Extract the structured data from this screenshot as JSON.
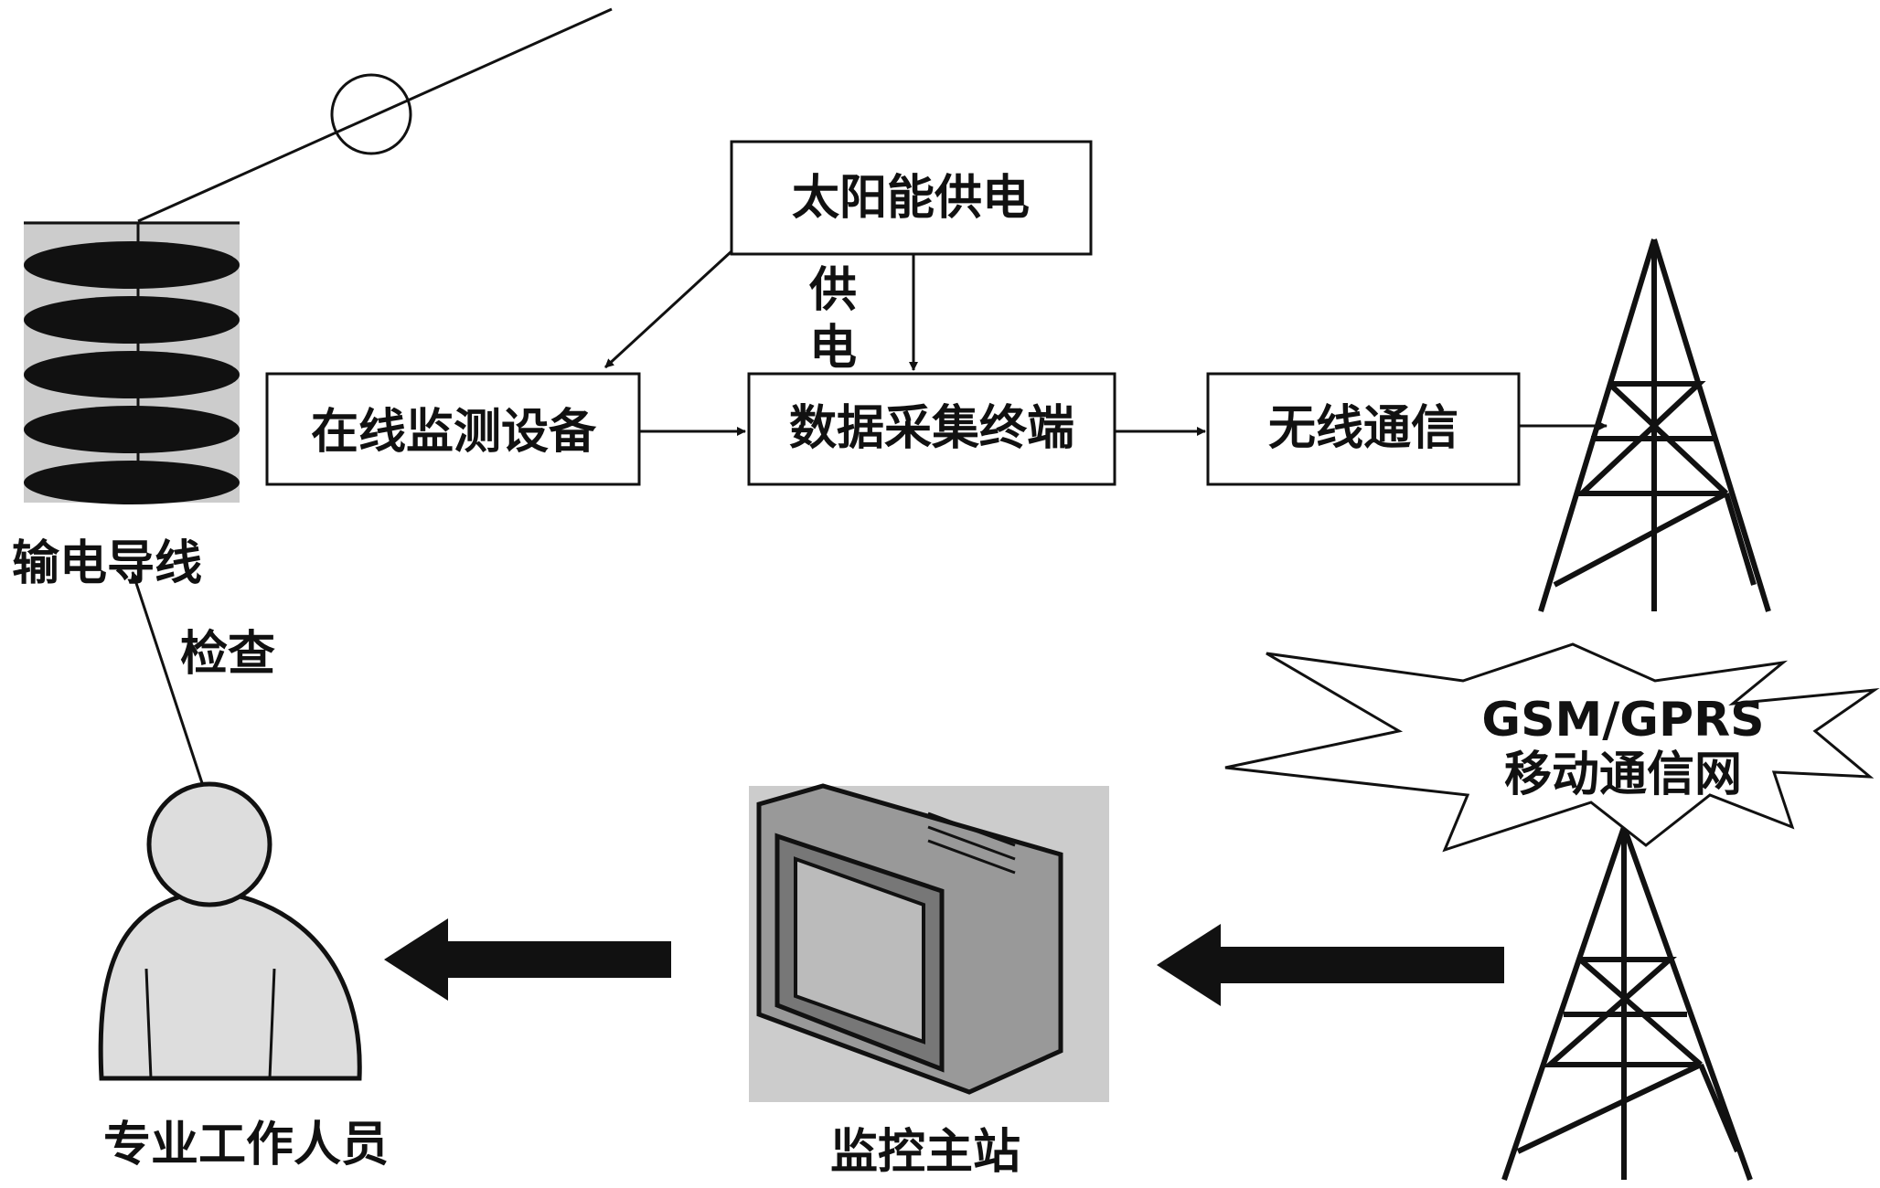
{
  "diagram": {
    "boxes": {
      "solar": "太阳能供电",
      "monitor": "在线监测设备",
      "collector": "数据采集终端",
      "wireless": "无线通信"
    },
    "labels": {
      "supply_1": "供",
      "supply_2": "电",
      "line": "输电导线",
      "inspect": "检查",
      "staff": "专业工作人员",
      "station": "监控主站",
      "network_1": "GSM/GPRS",
      "network_2": "移动通信网"
    },
    "icons": [
      "insulator-icon",
      "person-icon",
      "computer-icon",
      "tower-icon",
      "burst-icon"
    ]
  }
}
